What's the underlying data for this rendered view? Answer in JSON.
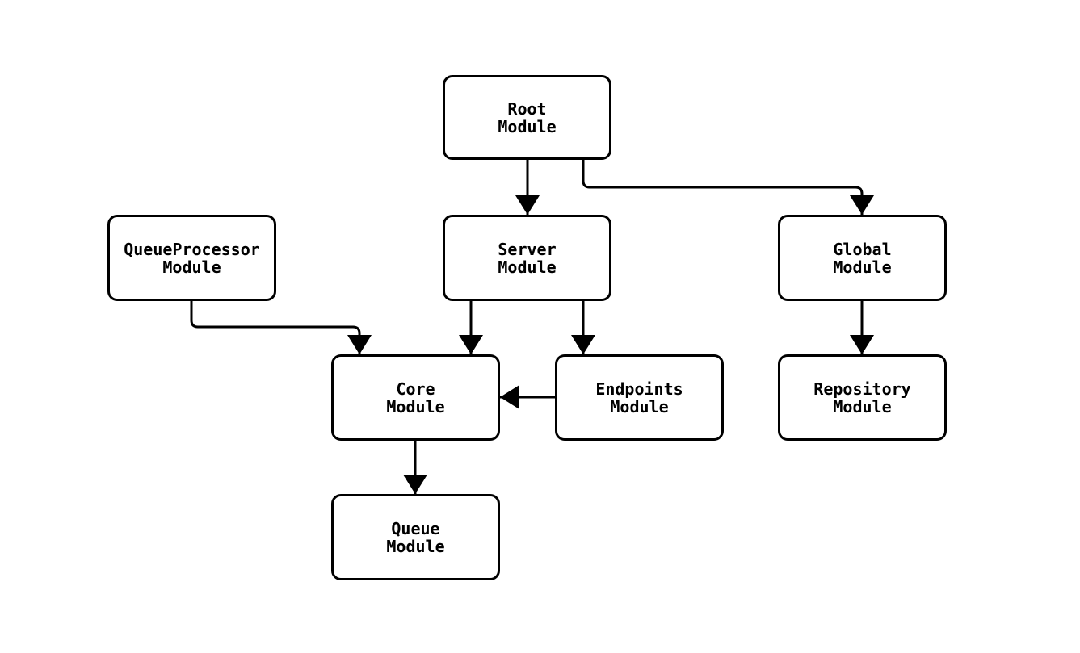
{
  "diagram": {
    "type": "module-dependency-graph",
    "nodes": [
      {
        "id": "root",
        "label": "Root\nModule"
      },
      {
        "id": "queueprocessor",
        "label": "QueueProcessor\nModule"
      },
      {
        "id": "server",
        "label": "Server\nModule"
      },
      {
        "id": "global",
        "label": "Global\nModule"
      },
      {
        "id": "core",
        "label": "Core\nModule"
      },
      {
        "id": "endpoints",
        "label": "Endpoints\nModule"
      },
      {
        "id": "repository",
        "label": "Repository\nModule"
      },
      {
        "id": "queue",
        "label": "Queue\nModule"
      }
    ],
    "edges": [
      {
        "from": "Root Module",
        "to": "Server Module"
      },
      {
        "from": "Root Module",
        "to": "Global Module"
      },
      {
        "from": "QueueProcessor Module",
        "to": "Core Module"
      },
      {
        "from": "Server Module",
        "to": "Core Module"
      },
      {
        "from": "Server Module",
        "to": "Endpoints Module"
      },
      {
        "from": "Endpoints Module",
        "to": "Core Module"
      },
      {
        "from": "Global Module",
        "to": "Repository Module"
      },
      {
        "from": "Core Module",
        "to": "Queue Module"
      }
    ],
    "colors": {
      "background": "#ffffff",
      "node_fill": "#ffffff",
      "node_border": "#000000",
      "edge": "#000000",
      "text": "#000000"
    }
  }
}
